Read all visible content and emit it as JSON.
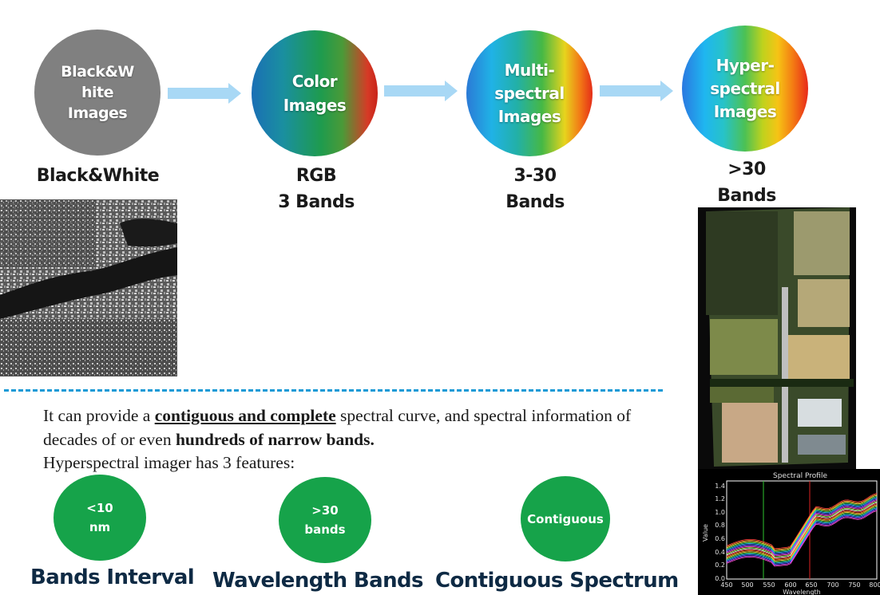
{
  "stages": [
    {
      "circle_lines": [
        "Black&W",
        "hite",
        "Images"
      ],
      "label_lines": [
        "Black&White"
      ]
    },
    {
      "circle_lines": [
        "Color",
        "Images"
      ],
      "label_lines": [
        "RGB",
        "3 Bands"
      ]
    },
    {
      "circle_lines": [
        "Multi-",
        "spectral",
        "Images"
      ],
      "label_lines": [
        "3-30",
        "Bands"
      ]
    },
    {
      "circle_lines": [
        "Hyper-",
        "spectral",
        "Images"
      ],
      "label_lines": [
        ">30",
        "Bands"
      ]
    }
  ],
  "description": {
    "t1": "It can provide a ",
    "b1": "contiguous and complete",
    "t2": " spectral curve, and spectral information of decades of or even ",
    "b2": "hundreds of narrow bands.",
    "t3": "Hyperspectral imager has 3 features:"
  },
  "features": [
    {
      "circle_lines": [
        "<10",
        "nm"
      ],
      "label": "Bands Interval"
    },
    {
      "circle_lines": [
        ">30",
        "bands"
      ],
      "label": "Wavelength Bands"
    },
    {
      "circle_lines": [
        "Contiguous"
      ],
      "label": "Contiguous Spectrum"
    }
  ],
  "spectral_plot": {
    "title": "Spectral Profile",
    "xlabel": "Wavelength",
    "ylabel": "Value",
    "x_ticks": [
      "450",
      "500",
      "550",
      "600",
      "650",
      "700",
      "750",
      "800"
    ],
    "y_ticks": [
      "0.0",
      "0.2",
      "0.4",
      "0.6",
      "0.8",
      "1.0",
      "1.2",
      "1.4"
    ]
  },
  "colors": {
    "arrow": "#a8d8f5",
    "feature_green": "#16a34a",
    "dash": "#1a9ad6"
  }
}
